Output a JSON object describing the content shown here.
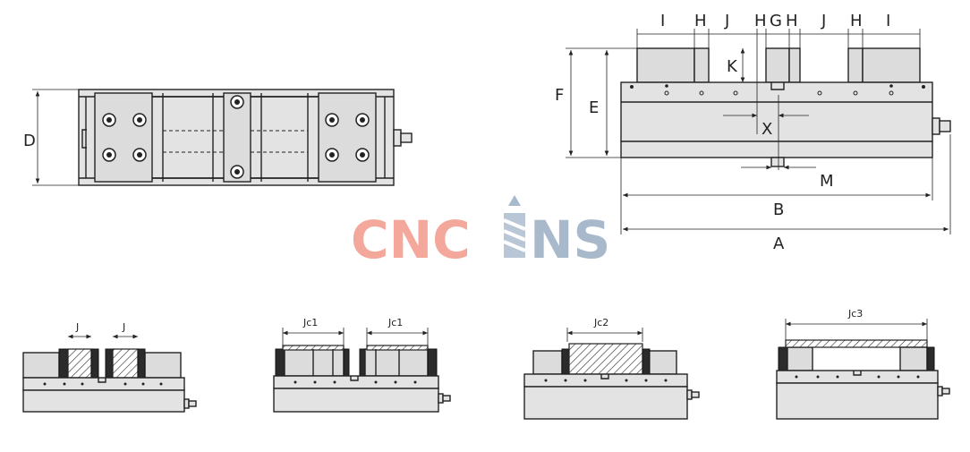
{
  "logo": {
    "text_left": "CNC",
    "text_right": "NS",
    "colors": {
      "left": "#f4a79b",
      "right": "#a9b9cc"
    }
  },
  "top_view": {
    "label_d": "D"
  },
  "front_view": {
    "labels": {
      "I1": "I",
      "H1": "H",
      "J1": "J",
      "H2": "H",
      "G": "G",
      "H3": "H",
      "J2": "J",
      "H4": "H",
      "I2": "I",
      "K": "K",
      "F": "F",
      "E": "E",
      "X": "X",
      "M": "M",
      "B": "B",
      "A": "A"
    }
  },
  "configs": [
    {
      "labels": [
        "J",
        "J"
      ]
    },
    {
      "labels": [
        "Jc1",
        "Jc1"
      ]
    },
    {
      "labels": [
        "Jc2"
      ]
    },
    {
      "labels": [
        "Jc3"
      ]
    }
  ]
}
